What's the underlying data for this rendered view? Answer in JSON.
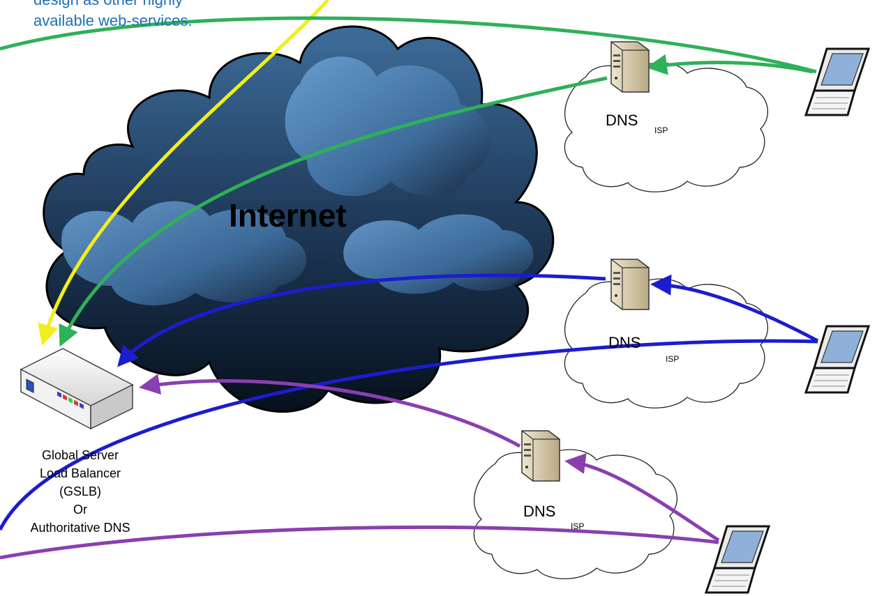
{
  "caption": {
    "line1": "design as other highly",
    "line2": "available web-services."
  },
  "internet": {
    "label": "Internet"
  },
  "resolvers": [
    {
      "name": "DNS",
      "sub": "ISP"
    },
    {
      "name": "DNS",
      "sub": "ISP"
    },
    {
      "name": "DNS",
      "sub": "ISP"
    }
  ],
  "gslb": {
    "line1": "Global Server",
    "line2": "Load Balancer",
    "line3": "(GSLB)",
    "line4": "Or",
    "line5": "Authoritative DNS"
  },
  "colors": {
    "yellow_arrow": "#f2ee1c",
    "green_arrow": "#2fb05a",
    "blue_arrow": "#1c1ccf",
    "purple_arrow": "#8a3fb0",
    "caption_text": "#1f6fb8",
    "cloud_dark": "#0e1a2a",
    "cloud_light": "#4f86bb"
  }
}
